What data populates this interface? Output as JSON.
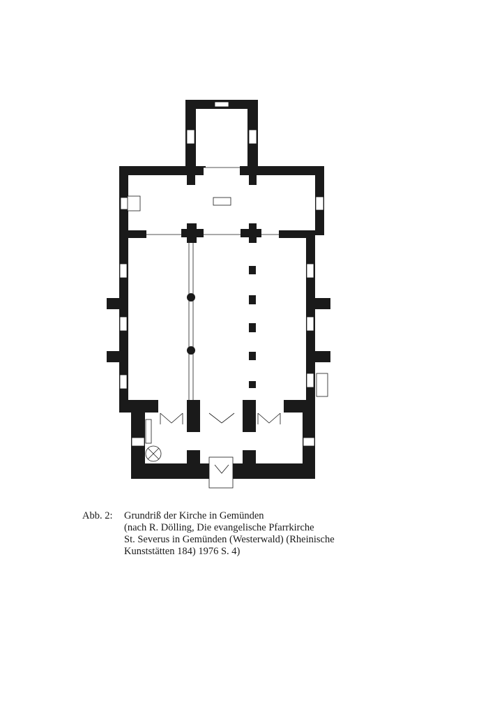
{
  "figure": {
    "label": "Abb. 2:",
    "caption_lines": [
      "Grundriß der Kirche in Gemünden",
      "(nach R. Dölling, Die evangelische Pfarrkirche",
      "St. Severus in Gemünden (Westerwald) (Rheinische",
      "Kunststätten 184) 1976 S. 4)"
    ],
    "wall_color": "#1a1a1a"
  }
}
